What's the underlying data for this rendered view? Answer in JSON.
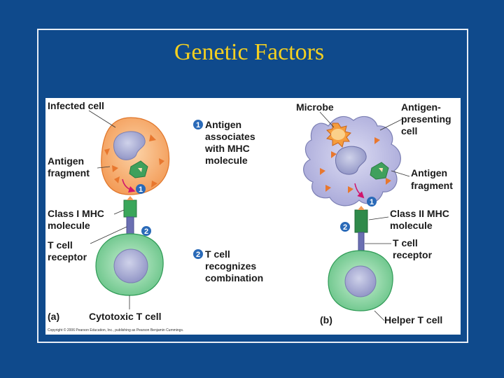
{
  "slide": {
    "title": "Genetic Factors",
    "colors": {
      "background": "#0f4a8c",
      "title": "#f4d020",
      "frame": "#e8eef6"
    }
  },
  "figure": {
    "panel_a": {
      "infected_cell": "Infected cell",
      "antigen_fragment_1": "Antigen",
      "antigen_fragment_2": "fragment",
      "class_mhc_1": "Class I MHC",
      "class_mhc_2": "molecule",
      "t_cell_receptor_1": "T cell",
      "t_cell_receptor_2": "receptor",
      "panel_letter": "(a)",
      "cell_type": "Cytotoxic T cell"
    },
    "steps": {
      "step1_num": "1",
      "step1_line1": "Antigen",
      "step1_line2": "associates",
      "step1_line3": "with MHC",
      "step1_line4": "molecule",
      "step2_num": "2",
      "step2_line1": "T cell",
      "step2_line2": "recognizes",
      "step2_line3": "combination"
    },
    "panel_b": {
      "microbe": "Microbe",
      "apc_1": "Antigen-",
      "apc_2": "presenting",
      "apc_3": "cell",
      "antigen_fragment_1": "Antigen",
      "antigen_fragment_2": "fragment",
      "class_mhc_1": "Class II MHC",
      "class_mhc_2": "molecule",
      "t_cell_receptor_1": "T cell",
      "t_cell_receptor_2": "receptor",
      "panel_letter": "(b)",
      "cell_type": "Helper T cell"
    },
    "copyright": "Copyright © 2006 Pearson Education, Inc., publishing as Pearson Benjamin Cummings."
  }
}
